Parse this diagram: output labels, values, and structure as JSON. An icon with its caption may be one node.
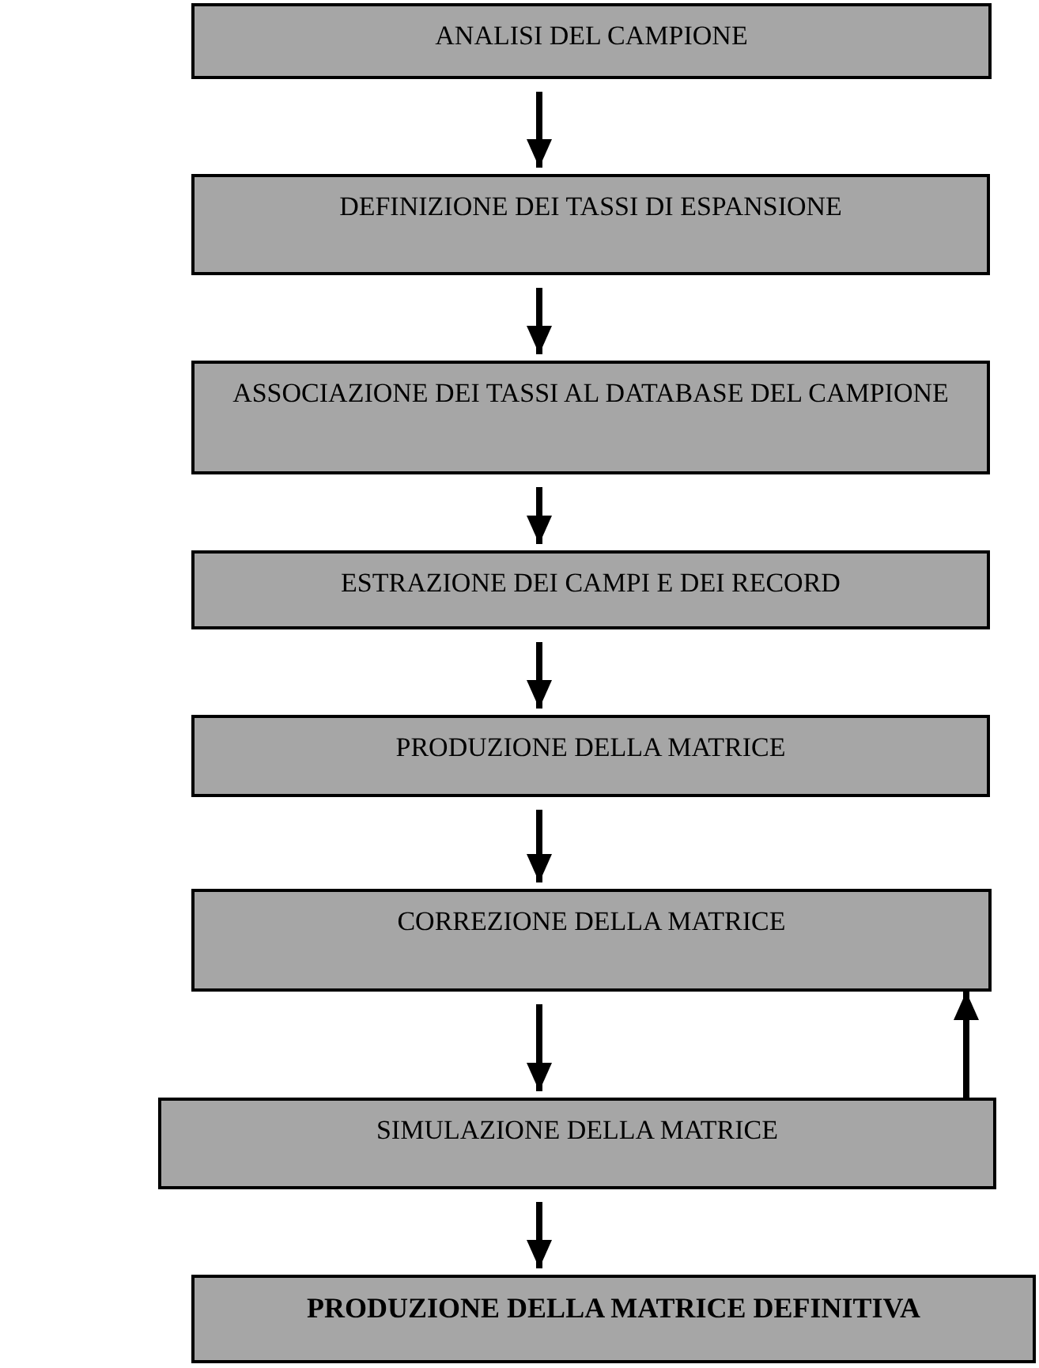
{
  "diagram": {
    "nodes": [
      {
        "text": [
          "ANALISI DEL CAMPIONE"
        ]
      },
      {
        "text": [
          "DEFINIZIONE DEI TASSI DI ESPANSIONE"
        ]
      },
      {
        "text": [
          "ASSOCIAZIONE DEI TASSI AL DATABASE DEL CAMPIONE"
        ]
      },
      {
        "text": [
          "ESTRAZIONE DEI CAMPI E DEI RECORD"
        ]
      },
      {
        "text": [
          "PRODUZIONE DELLA MATRICE"
        ]
      },
      {
        "text": [
          "CORREZIONE DELLA MATRICE"
        ]
      },
      {
        "text": [
          "SIMULAZIONE DELLA MATRICE"
        ]
      },
      {
        "text": [
          "PRODUZIONE DELLA MATRICE DEFINITIVA"
        ]
      }
    ],
    "edges": [
      {
        "from": 0,
        "to": 1,
        "arrow": "to"
      },
      {
        "from": 1,
        "to": 2,
        "arrow": "to"
      },
      {
        "from": 2,
        "to": 3,
        "arrow": "to"
      },
      {
        "from": 3,
        "to": 4,
        "arrow": "to"
      },
      {
        "from": 4,
        "to": 5,
        "arrow": "to"
      },
      {
        "from": 5,
        "to": 6,
        "arrow": "to"
      },
      {
        "from": 6,
        "to": 7,
        "arrow": "to"
      },
      {
        "from": 6,
        "to": 5,
        "arrow": "to"
      }
    ]
  }
}
